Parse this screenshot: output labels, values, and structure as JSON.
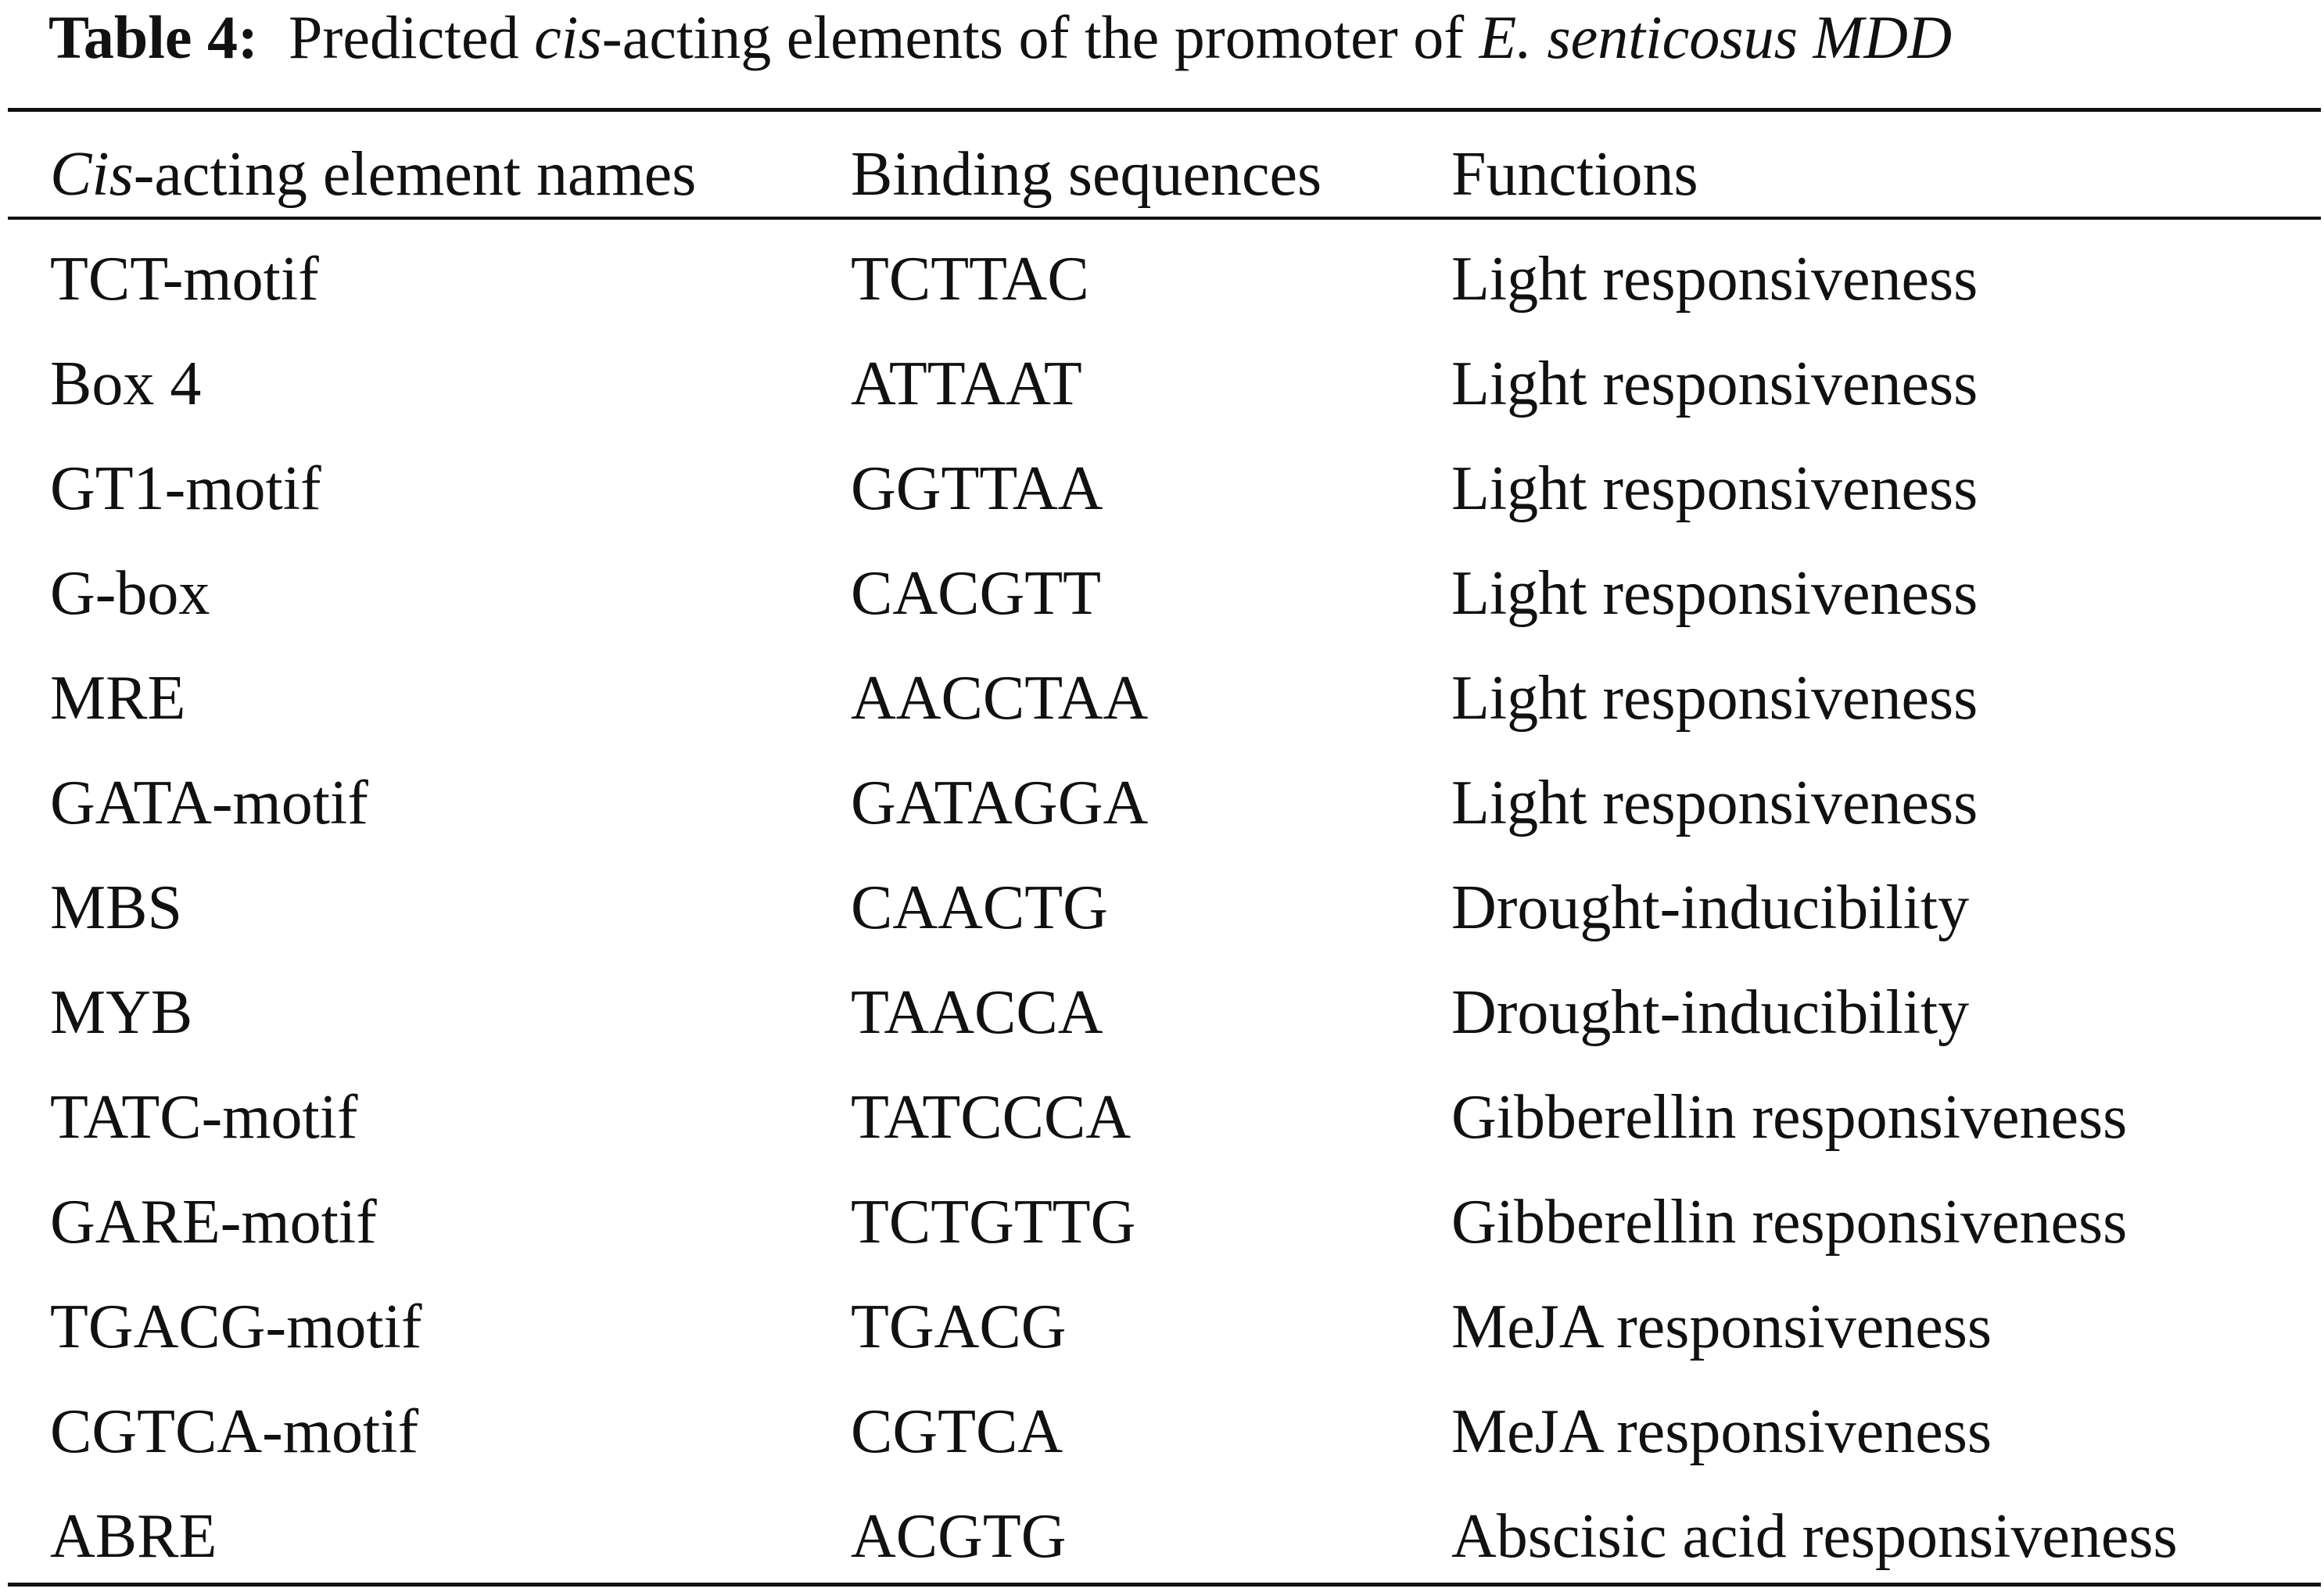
{
  "caption": {
    "label": "Table 4:",
    "text_before_cis": "Predicted ",
    "cis": "cis",
    "text_after_cis": "-acting elements of the promoter of ",
    "species_gene": "E. senticosus MDD"
  },
  "table": {
    "headers": {
      "col1_italic": "Cis",
      "col1_rest": "-acting element names",
      "col2": "Binding sequences",
      "col3": "Functions"
    },
    "rows": [
      {
        "name": "TCT-motif",
        "sequence": "TCTTAC",
        "function": "Light responsiveness"
      },
      {
        "name": "Box 4",
        "sequence": "ATTAAT",
        "function": "Light responsiveness"
      },
      {
        "name": "GT1-motif",
        "sequence": "GGTTAA",
        "function": "Light responsiveness"
      },
      {
        "name": "G-box",
        "sequence": "CACGTT",
        "function": "Light responsiveness"
      },
      {
        "name": "MRE",
        "sequence": "AACCTAA",
        "function": "Light responsiveness"
      },
      {
        "name": "GATA-motif",
        "sequence": "GATAGGA",
        "function": "Light responsiveness"
      },
      {
        "name": "MBS",
        "sequence": "CAACTG",
        "function": "Drought-inducibility"
      },
      {
        "name": "MYB",
        "sequence": "TAACCA",
        "function": "Drought-inducibility"
      },
      {
        "name": "TATC-motif",
        "sequence": "TATCCCA",
        "function": "Gibberellin responsiveness"
      },
      {
        "name": "GARE-motif",
        "sequence": "TCTGTTG",
        "function": "Gibberellin responsiveness"
      },
      {
        "name": "TGACG-motif",
        "sequence": "TGACG",
        "function": "MeJA responsiveness"
      },
      {
        "name": "CGTCA-motif",
        "sequence": "CGTCA",
        "function": "MeJA responsiveness"
      },
      {
        "name": "ABRE",
        "sequence": "ACGTG",
        "function": "Abscisic acid responsiveness"
      }
    ]
  }
}
